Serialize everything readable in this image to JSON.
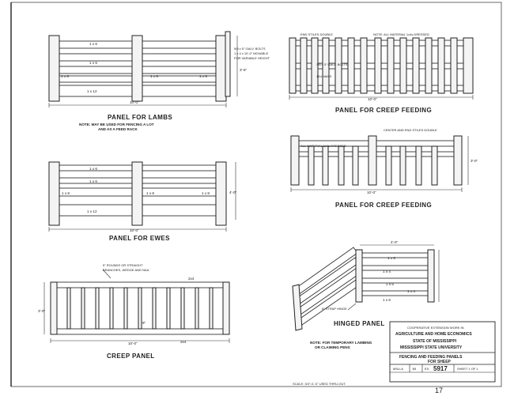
{
  "panels": {
    "lambs": {
      "title": "PANEL FOR LAMBS",
      "note_line1": "NOTE: MAY BE USED FOR FENCING A LOT",
      "note_line2": "AND AS A FEED RACK",
      "board_labels": [
        "1 x 6",
        "1 x 6",
        "1 x 6",
        "1 x 6",
        "1 x 6",
        "1 x 12"
      ],
      "bolt_note": [
        "5/8 x 5\" GALV. BOLTS",
        "1 x 4 x 10'-0\" MOVABLE",
        "FOR VARIABLE HEIGHT"
      ],
      "width": "10'-0\"",
      "height": "3'-6\""
    },
    "creep_top": {
      "title": "PANEL FOR CREEP FEEDING",
      "label_left": "END STILES DOUBLE",
      "label_right": "NOTE: ALL MATERIAL 1x4s DRESSED",
      "bolt": "3/8 x 3\" GALV. BOLTS",
      "nails": "12d NAILS",
      "width": "10'-0\""
    },
    "creep_mid": {
      "title": "PANEL FOR CREEP FEEDING",
      "label_left": "ALL MATERIAL 1x4s DRESSED",
      "label_right": "CENTER AND END STILES DOUBLE",
      "width": "10'-0\"",
      "height": "3'-0\""
    },
    "ewes": {
      "title": "PANEL FOR EWES",
      "board_labels": [
        "1 x 6",
        "1 x 6",
        "1 x 8",
        "1 x 8",
        "1 x 8",
        "1 x 12"
      ],
      "width": "10'-0\"",
      "height": "4'-0\""
    },
    "creep": {
      "title": "CREEP PANEL",
      "label_rounds": [
        "5\" ROUNDS OR STRAIGHT",
        "BRANCHES, WEDGE AND NAIL"
      ],
      "top_rail": "2x4",
      "bottom_rail": "2x4",
      "spacing": "8\"",
      "height": "3'-0\"",
      "width": "10'-0\""
    },
    "hinged": {
      "title": "HINGED PANEL",
      "note_line1": "NOTE: FOR TEMPORARY LAMBING",
      "note_line2": "OR CLAIMING PENS",
      "labels": [
        "1 x 6",
        "1 x 4",
        "1 x 6",
        "1 x 4",
        "1 x 6"
      ],
      "strap": "6\" STRAP HINGE",
      "width": "4'-0\""
    }
  },
  "title_block": {
    "line1": "COOPERATIVE EXTENSION WORK IN",
    "line2": "AGRICULTURE AND HOME ECONOMICS",
    "line3": "STATE OF MISSISSIPPI",
    "line4": "MISSISSIPPI STATE UNIVERSITY",
    "drawing_title1": "FENCING AND FEEDING PANELS",
    "drawing_title2": "FOR SHEEP",
    "cell_msu": "MSU-A",
    "cell_date": "'65",
    "cell_ex": "EX.",
    "plan_number": "5917",
    "sheet": "SHEET 1 OF 1"
  },
  "scale_note": "SCALE: 3/4\"=1'-0\" USED THRU-OUT.",
  "page_number": "17"
}
